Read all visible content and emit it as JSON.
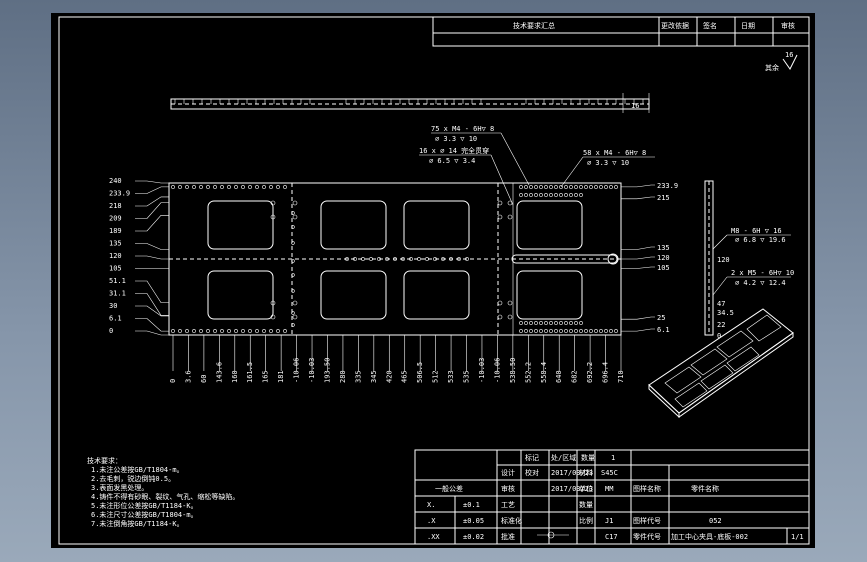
{
  "title_strip": {
    "c1": "技术要求汇总",
    "c2": "更改依据",
    "c3": "签名",
    "c4": "日期",
    "c5": "审核"
  },
  "roughness": {
    "value": "16",
    "label": "其余"
  },
  "side_dim": "16",
  "callouts": {
    "a1": "75 x M4 - 6H▽ 8",
    "a2": "⌀ 3.3 ▽ 10",
    "b1": "16 x ⌀ 14 完全贯穿",
    "b2": "⌀ 6.5 ▽ 3.4",
    "c1": "58 x M4 - 6H▽ 8",
    "c2": "⌀ 3.3 ▽ 10",
    "d1": "M8 - 6H ▽ 16",
    "d2": "⌀ 6.8 ▽ 19.6",
    "e1": "2 x M5 - 6H▽ 10",
    "e2": "⌀ 4.2 ▽ 12.4"
  },
  "left_y": [
    "240",
    "233.9",
    "218",
    "209",
    "189",
    "135",
    "120",
    "105",
    "51.1",
    "31.1",
    "30",
    "6.1",
    "0"
  ],
  "right_y": [
    "233.9",
    "215",
    "135",
    "120",
    "105",
    "25",
    "6.1"
  ],
  "side_y": [
    "120",
    "47",
    "34.5",
    "22",
    "0"
  ],
  "bottom_x": [
    "0",
    "3.6",
    "60",
    "143.6",
    "160",
    "161.5",
    "165",
    "181",
    "-10.06",
    "-10.03",
    "193.50",
    "280",
    "335",
    "345",
    "420",
    "465",
    "506.5",
    "512",
    "533",
    "535",
    "-10.03",
    "-10.06",
    "538.50",
    "552.2",
    "558.4",
    "640",
    "682",
    "692.2",
    "696.4",
    "710"
  ],
  "notes": {
    "title": "技术要求：",
    "items": [
      "1.未注公差按GB/T1804-m。",
      "2.去毛刺，锐边倒钝0.5。",
      "3.表面发黑处理。",
      "4.铸件不得有砂眼、裂纹、气孔、缩松等缺陷。",
      "5.未注形位公差按GB/T1184-K。",
      "6.未注尺寸公差按GB/T1804-m。",
      "7.未注倒角按GB/T1184-K。"
    ]
  },
  "title_block": {
    "material": "S45C",
    "scale": "1",
    "hdr1": "标记",
    "hdr2": "处/区域",
    "drawing_no": "052",
    "part_name": "加工中心夹具-底板-002",
    "sheet": "1/1",
    "fields": {
      "f1": "设计",
      "f2": "审核",
      "f3": "工艺",
      "f4": "标准化",
      "f5": "批准",
      "f6": "校对",
      "d1": "2017/03/23",
      "d2": "2017/03/23",
      "m1": "MM",
      "m2": "J1",
      "m3": "C17"
    },
    "labels": {
      "l1": "材料",
      "l2": "单位",
      "l3": "数量",
      "l4": "比例",
      "l5": "图样名称",
      "l6": "图样代号",
      "l7": "零件名称",
      "l8": "零件代号"
    },
    "tol": {
      "h": "一般公差",
      "r1a": "X.",
      "r1b": "±0.1",
      "r2a": ".X",
      "r2b": "±0.05",
      "r3a": ".XX",
      "r3b": "±0.02"
    }
  }
}
